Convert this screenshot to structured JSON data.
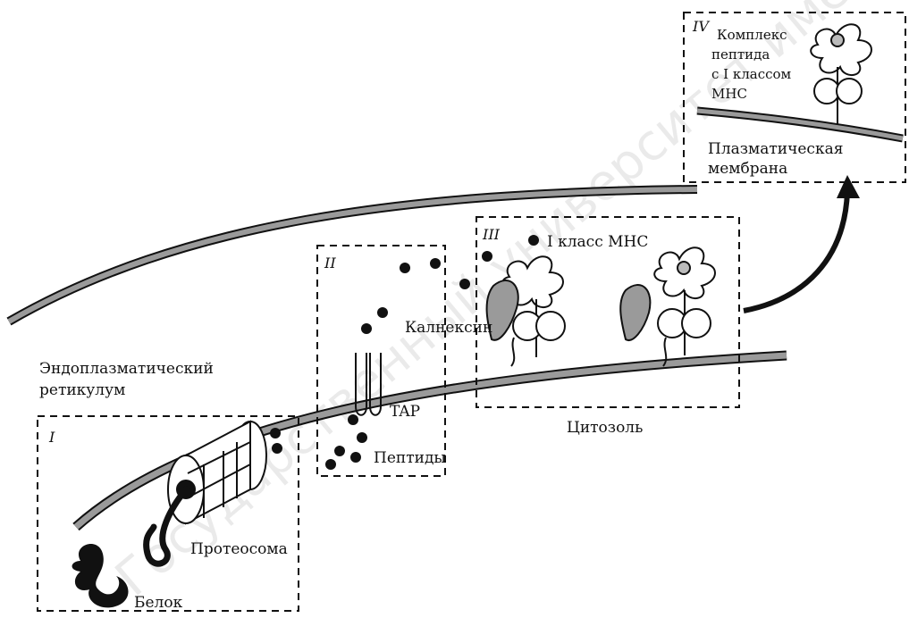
{
  "panels": [
    {
      "id": "I",
      "numeral": "I"
    },
    {
      "id": "II",
      "numeral": "II"
    },
    {
      "id": "III",
      "numeral": "III"
    },
    {
      "id": "IV",
      "numeral": "IV"
    }
  ],
  "labels": {
    "er_line1": "Эндоплазматический",
    "er_line2": "ретикулум",
    "proteasome": "Протеосома",
    "protein": "Белок",
    "tap": "TAP",
    "peptides": "Пептиды",
    "calnexin": "Калнексин",
    "mhc_class1": "I класс МНС",
    "cytosol": "Цитозоль",
    "complex_line1": "Комплекс",
    "complex_line2": "пептида",
    "complex_line3": "с I классом",
    "complex_line4": "МНС",
    "plasma_line1": "Плазматическая",
    "plasma_line2": "мембрана"
  },
  "watermark": "Государственный университет имени Н.",
  "colors": {
    "ink": "#111111",
    "membrane_fill": "#9a9a9a",
    "paper": "#ffffff"
  }
}
